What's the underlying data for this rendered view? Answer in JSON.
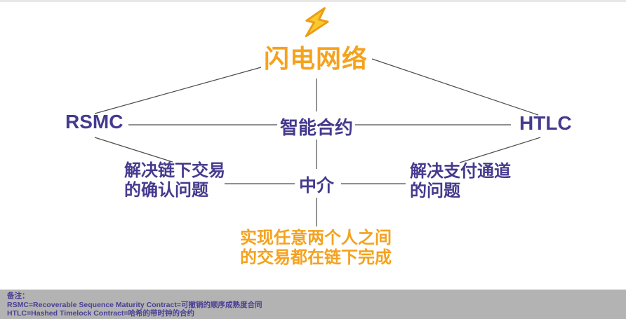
{
  "diagram": {
    "title": "闪电网络",
    "icon": "lightning-bolt",
    "nodes": {
      "rsmc": "RSMC",
      "smart_contract": "智能合约",
      "htlc": "HTLC",
      "left_desc_line1": "解决链下交易",
      "left_desc_line2": "的确认问题",
      "middle": "中介",
      "right_desc_line1": "解决支付通道",
      "right_desc_line2": "的问题",
      "bottom_line1": "实现任意两个人之间",
      "bottom_line2": "的交易都在链下完成"
    }
  },
  "footer": {
    "label": "备注：",
    "rsmc_definition": "RSMC=Recoverable Sequence Maturity Contract=可撤销的顺序成熟度合同",
    "htlc_definition": "HTLC=Hashed Timelock Contract=哈希的带时钟的合约"
  },
  "colors": {
    "accent_orange": "#f5a21d",
    "node_purple": "#453a8e",
    "bolt_fill": "#f9ca2f",
    "bolt_stroke": "#ec9c15",
    "connector_line": "#4d4d4d",
    "footer_background": "#b3b3b3",
    "footer_text": "#4a3f94"
  }
}
